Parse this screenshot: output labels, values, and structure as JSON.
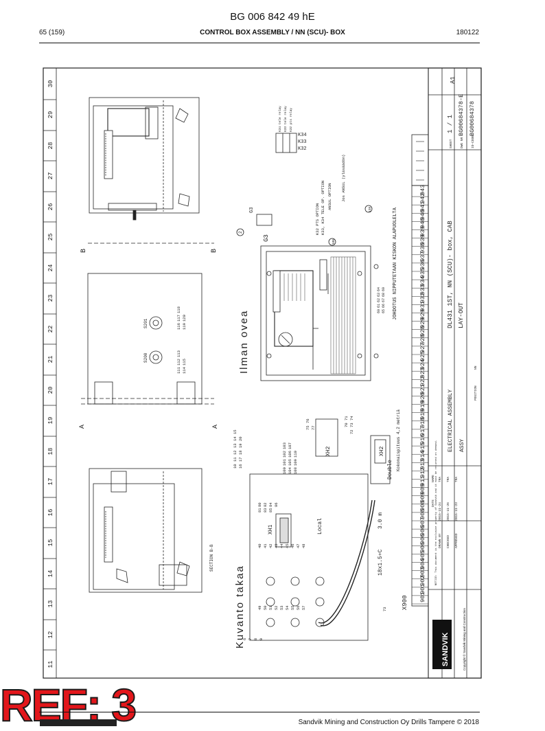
{
  "header": {
    "doc_number": "BG 006 842 49 hE",
    "page": "65 (159)",
    "section": "CONTROL BOX ASSEMBLY / NN (SCU)- BOX",
    "date": "180122"
  },
  "drawing": {
    "columns": [
      "30",
      "29",
      "28",
      "27",
      "26",
      "25",
      "24",
      "23",
      "22",
      "21",
      "20",
      "19",
      "18",
      "17",
      "16",
      "15",
      "14",
      "13",
      "12",
      "11"
    ],
    "labels": {
      "ilman_ovea": "Ilman ovea",
      "kuvanto_takaa": "Kuvanto takaa",
      "section_bb": "SECTION B-B",
      "xh1": "XH1",
      "xh2": "XH2",
      "local": "Local",
      "double": "Double",
      "kokonaispituus": "Kokonaispituus 4,2 metriä",
      "cable": "18x1.5+C",
      "cable_len": "3.0 m",
      "johdotus": "JOHDOTUS NIPPUTETAAN KISKON ALAPUOLELTA",
      "jos_ansul": "Jos ANSUL (yläsäädön)",
      "ansul_option": "ANSUL OPTION",
      "k32_pts": "K32 PTS OPTION",
      "k33_k34": "K33, K34 TELE OP. OPTION",
      "g3": "G3",
      "g3b": "G3",
      "x900": "X900",
      "k32": "K32",
      "k33": "K33",
      "k34": "K34",
      "k34_legend": "K34 tele relay",
      "k33_legend": "K33 tele relay",
      "k32_legend": "K32 pts relay",
      "a_left": "A",
      "a_right": "A",
      "b_left": "B",
      "b_right": "B",
      "s201": "S201",
      "s200": "S200"
    },
    "balloons": {
      "b2": "2",
      "b73": "73",
      "b138": "138",
      "b180": "180",
      "s201_row1": [
        "116",
        "117",
        "118"
      ],
      "s201_row2": [
        "119",
        "120"
      ],
      "s200_row1": [
        "111",
        "112",
        "113"
      ],
      "s200_row2": [
        "114",
        "115"
      ],
      "top_row1": [
        "10",
        "11",
        "12",
        "13",
        "14",
        "15"
      ],
      "top_row2": [
        "16",
        "17",
        "18",
        "19",
        "20"
      ],
      "mid_row1": [
        "100",
        "101",
        "102",
        "103"
      ],
      "mid_row2": [
        "104",
        "105",
        "106",
        "107"
      ],
      "mid_row3": [
        "108",
        "109",
        "110"
      ],
      "left_col": [
        "6",
        "7",
        "8",
        "9"
      ],
      "b75": "75",
      "b76": "76",
      "b77": "77",
      "b70": "70",
      "b71": "71",
      "b72": "72",
      "b73b": "73",
      "b74": "74",
      "xh1_col": [
        "80",
        "81",
        "82",
        "83",
        "84",
        "85",
        "86"
      ],
      "grid_a": [
        "40",
        "41",
        "42",
        "43",
        "44",
        "45",
        "46",
        "47",
        "48"
      ],
      "grid_b": [
        "49",
        "50",
        "51",
        "52",
        "53",
        "54",
        "55",
        "56",
        "57"
      ],
      "rail_a": [
        "60",
        "61",
        "62",
        "63",
        "64"
      ],
      "rail_b": [
        "65",
        "66",
        "67",
        "68",
        "69"
      ]
    },
    "terminals": [
      "943",
      "942",
      "941",
      "940",
      "940",
      "939",
      "939",
      "938",
      "937",
      "936",
      "935",
      "934",
      "933",
      "932",
      "931",
      "929",
      "929",
      "928",
      "928",
      "927",
      "925",
      "924",
      "923",
      "922",
      "921",
      "920",
      "919",
      "919",
      "918",
      "917",
      "916",
      "915",
      "914",
      "913",
      "912",
      "911",
      "909",
      "909",
      "908",
      "908",
      "907",
      "906",
      "906",
      "906",
      "905",
      "904",
      "903",
      "902",
      "901",
      "901"
    ],
    "title_block": {
      "item": "ELECTRICAL ASSEMBLY",
      "assy": "ASSY",
      "position_label": "POSITION",
      "nn": "NN",
      "description": "DL431 1ST, NN (SCU)- box, CAB",
      "layout": "LAY-OUT",
      "sheet_label": "SHEET",
      "sheet_value": "1 / 1",
      "size": "A1",
      "dwg_label": "DWG NR",
      "dwg_value": "BG00684378-E",
      "idcode_label": "ID-CODE",
      "idcode_value": "BG00684378",
      "brand": "SANDVIK",
      "copyright": "Copyright © Sandvik Mining and Construction",
      "notice": "NOTICE: This document is the exclusive property of Sandvik and it must be returned on demand.",
      "date_label": "DATE",
      "name_label": "NAME",
      "drawn_label": "DRAWN BY",
      "drawn_date": "2015-11-24",
      "drawn_name": "TRA",
      "checked_label": "CHECKED",
      "checked_date": "2015-11-26",
      "checked_name": "TRA",
      "approved_label": "APPROVED",
      "approved_date": "2015-11-23",
      "approved_name": "TRA"
    }
  },
  "ref_stamp": "REF: 3",
  "footer": "Sandvik Mining and Construction Oy Drills Tampere © 2018"
}
